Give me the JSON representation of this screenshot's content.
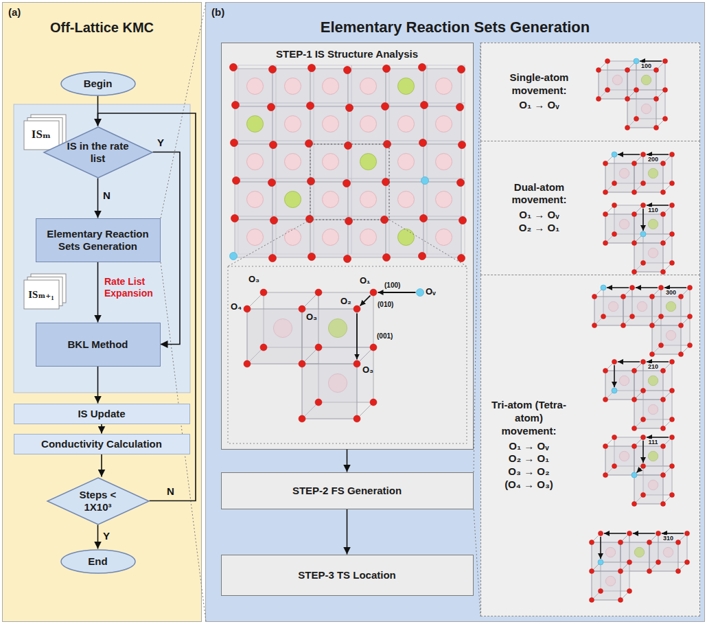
{
  "diagram": {
    "nodes": [
      {
        "text": [
          "(a)",
          "Off-Lattice KMC"
        ]
      },
      {
        "text": [
          "Begin"
        ],
        "in": 0
      },
      {
        "text": [
          "ISₘ"
        ],
        "in": 0
      },
      {
        "text": [
          "IS in the rate list"
        ],
        "in": 0
      },
      {
        "text": [
          "Elementary Reaction Sets Generation"
        ],
        "in": 0
      },
      {
        "text": [
          "ISₘ₊₁"
        ],
        "in": 0
      },
      {
        "text": [
          "BKL Method"
        ],
        "in": 0
      },
      {
        "text": [
          "IS Update"
        ],
        "in": 0
      },
      {
        "text": [
          "Conductivity Calculation"
        ],
        "in": 0
      },
      {
        "text": [
          "Steps < 1X10³"
        ],
        "in": 0
      },
      {
        "text": [
          "End"
        ],
        "in": 0
      },
      {
        "text": [
          "(b)",
          "Elementary Reaction Sets Generation"
        ]
      },
      {
        "text": [
          "STEP-1 IS Structure Analysis"
        ],
        "in": 11
      },
      {
        "text": [
          "STEP-2 FS Generation"
        ],
        "in": 11
      },
      {
        "text": [
          "STEP-3 TS Location"
        ],
        "in": 11
      },
      {
        "text": [
          "Single-atom movement:",
          "O₁ → Oᵥ"
        ],
        "in": 11
      },
      {
        "text": [
          "Dual-atom movement:",
          "O₁ → Oᵥ",
          "O₂ → O₁"
        ],
        "in": 11
      },
      {
        "text": [
          "Tri-atom (Tetra-atom) movement:",
          "O₁ → Oᵥ",
          "O₂ → O₁",
          "O₃ → O₂",
          "(O₄ → O₃)"
        ],
        "in": 11
      }
    ],
    "edges": [
      {
        "from": 1,
        "to": 3,
        "arrow": "to"
      },
      {
        "from": 3,
        "to": 4,
        "label": "N",
        "arrow": "to"
      },
      {
        "from": 4,
        "to": 6,
        "label": "Rate List Expansion",
        "arrow": "to"
      },
      {
        "from": 3,
        "to": 6,
        "label": "Y",
        "arrow": "to"
      },
      {
        "from": 6,
        "to": 7,
        "arrow": "to"
      },
      {
        "from": 7,
        "to": 8,
        "arrow": "to"
      },
      {
        "from": 8,
        "to": 9,
        "arrow": "to"
      },
      {
        "from": 9,
        "to": 10,
        "label": "Y",
        "arrow": "to"
      },
      {
        "from": 9,
        "to": 3,
        "label": "N",
        "arrow": "to"
      },
      {
        "from": 12,
        "to": 13,
        "arrow": "to"
      },
      {
        "from": 13,
        "to": 14,
        "arrow": "to"
      }
    ],
    "labels": [
      "O₃",
      "O₄",
      "O₃",
      "O₁",
      "O₂",
      "O₃",
      "Oᵥ",
      "(100)",
      "(010)",
      "(001)",
      "100",
      "200",
      "110",
      "300",
      "210",
      "111",
      "310"
    ]
  }
}
